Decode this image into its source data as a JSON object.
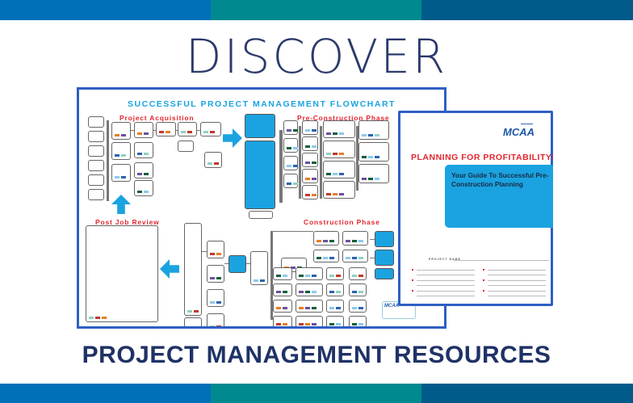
{
  "banner": {
    "colors": [
      "#0070b8",
      "#008a8f",
      "#005b8a"
    ]
  },
  "heading": "DISCOVER",
  "footer_heading": "PROJECT MANAGEMENT RESOURCES",
  "flowchart": {
    "title": "SUCCESSFUL PROJECT MANAGEMENT FLOWCHART",
    "sections": {
      "acquisition": "Project Acquisition",
      "preconstruction": "Pre-Construction Phase",
      "post_job": "Post Job Review",
      "construction": "Construction Phase"
    },
    "logo": "MCAA"
  },
  "booklet": {
    "logo": "MCAA",
    "title": "PLANNING FOR PROFITABILITY:",
    "subtitle": "Your Guide To Successful Pre-Construction Planning",
    "project_name_label": "PROJECT NAME"
  },
  "colors": {
    "accent": "#1aa3e0",
    "red": "#e3262f",
    "navy": "#1f3266",
    "border": "#2e5fc3"
  }
}
